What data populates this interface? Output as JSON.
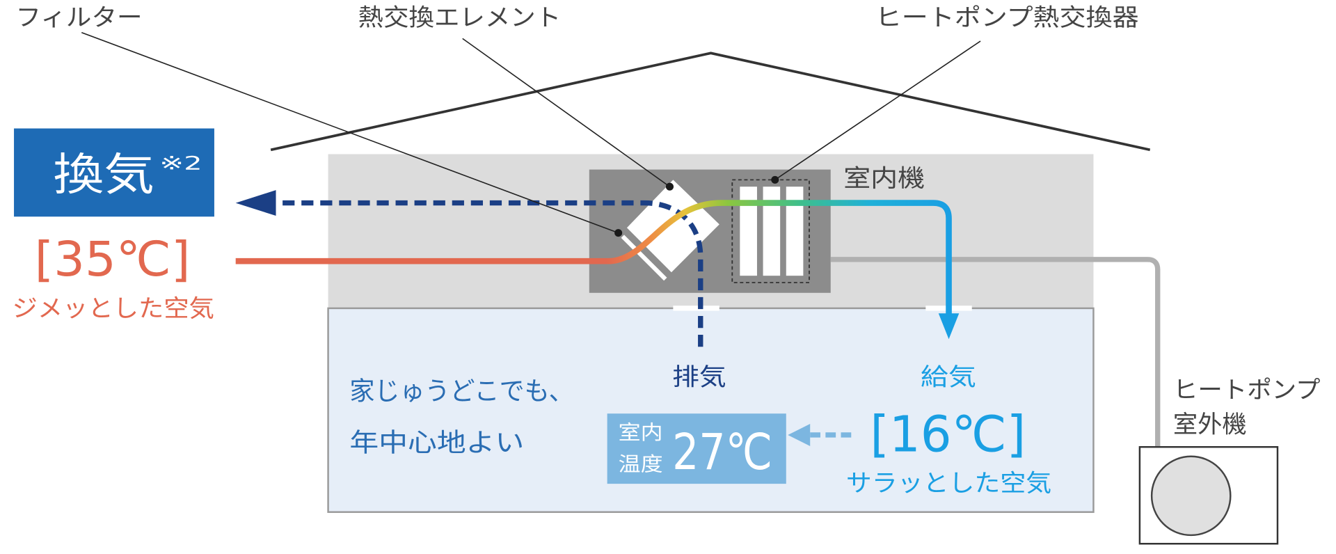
{
  "labels": {
    "filter": "フィルター",
    "heat_exchange_element": "熱交換エレメント",
    "heat_pump_exchanger": "ヒートポンプ熱交換器",
    "indoor_unit": "室内機",
    "outdoor_unit_line1": "ヒートポンプ",
    "outdoor_unit_line2": "室外機"
  },
  "ventilation": {
    "label": "換気",
    "note": "※2"
  },
  "outside_air": {
    "temperature": "[35℃]",
    "description": "ジメッとした空気"
  },
  "room": {
    "message_line1": "家じゅうどこでも、",
    "message_line2": "年中心地よい",
    "indoor_temp_label_line1": "室内",
    "indoor_temp_label_line2": "温度",
    "indoor_temp": "27℃"
  },
  "exhaust": {
    "label": "排気"
  },
  "supply": {
    "label": "給気",
    "temperature": "[16℃]",
    "description": "サラッとした空気"
  },
  "colors": {
    "ventilation_box": "#1e6bb5",
    "outside_air": "#e2684f",
    "exhaust": "#1b3f85",
    "supply_air": "#1a9fe3",
    "indoor_temp_box": "#7cb6e0",
    "room_message": "#2a6db3",
    "room": "#e6eef8",
    "ceiling": "#dcdcdc",
    "indoor_unit": "#8c8c8c",
    "pipe": "#b0b0b0",
    "airflow_gradient": [
      "#e2684f",
      "#e2684f",
      "#ee8a45",
      "#e6c23a",
      "#8cc63f",
      "#3fbf8a",
      "#1fb0d8",
      "#1a9fe3"
    ]
  }
}
